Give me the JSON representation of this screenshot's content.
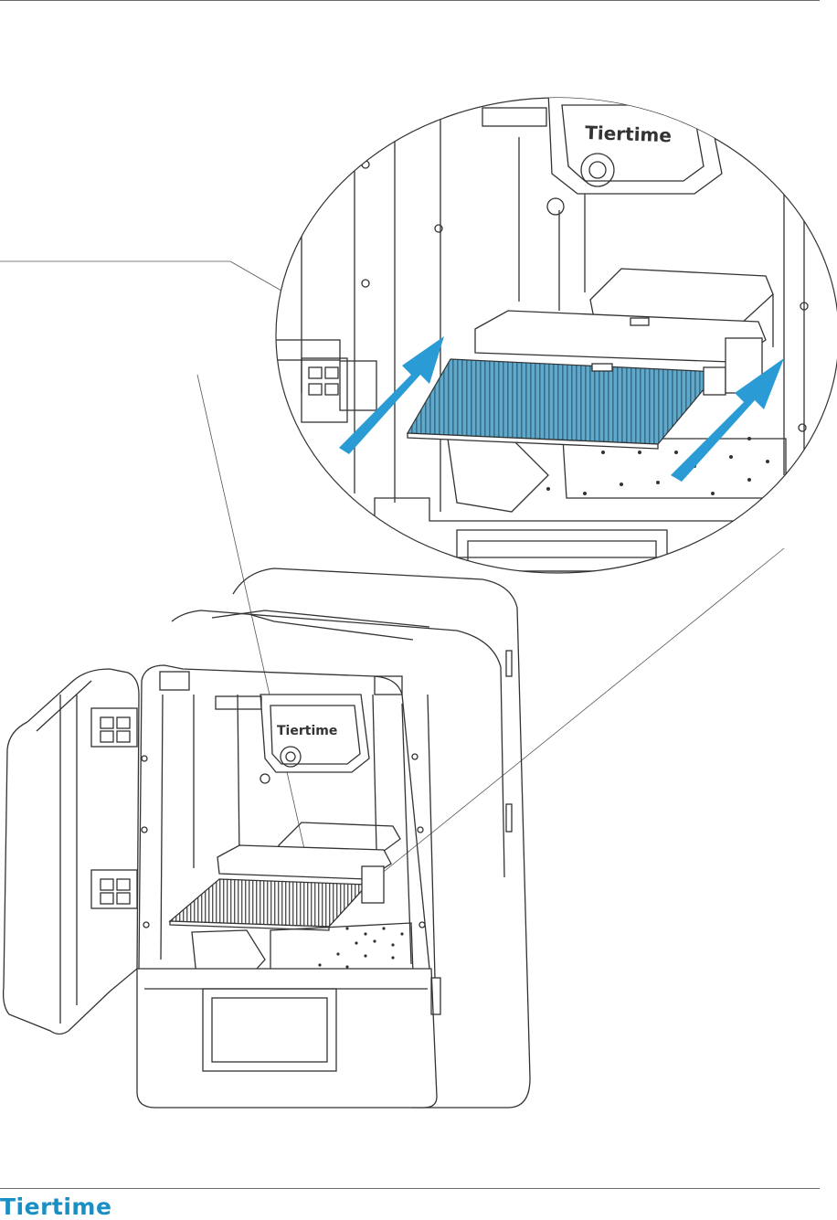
{
  "brand": {
    "name": "Tiertime",
    "accent_color": "#1a8fc4",
    "plate_color": "#5fa9cc",
    "arrow_color": "#2a9bd4"
  },
  "illustration": {
    "zoom_logo_text": "Tiertime",
    "printer_logo_text": "Tiertime"
  },
  "footer": {
    "logo_text": "Tiertime"
  }
}
